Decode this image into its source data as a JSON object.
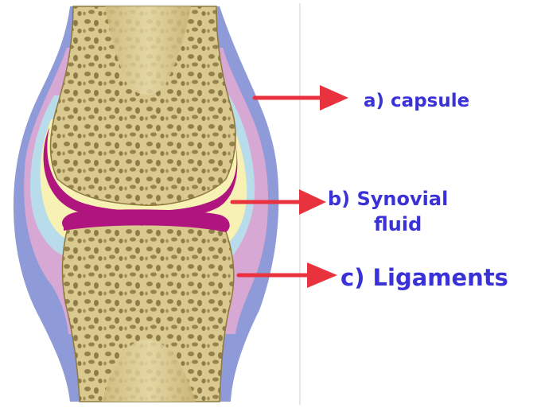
{
  "colors": {
    "capsule": "#8f9bd8",
    "membrane": "#d8a8d4",
    "cavity_edge": "#b8dcea",
    "synovial_fluid": "#f7f1b4",
    "cartilage": "#b0157f",
    "bone": "#d9c98e",
    "bone_shadow": "#8e7a3e",
    "arrow": "#e8323e",
    "label_text": "#3a32d6",
    "divider": "#cfcfcf"
  },
  "labels": {
    "capsule": "a) capsule",
    "synovial_line1": "b) Synovial",
    "synovial_line2": "fluid",
    "ligaments": "c) Ligaments"
  }
}
